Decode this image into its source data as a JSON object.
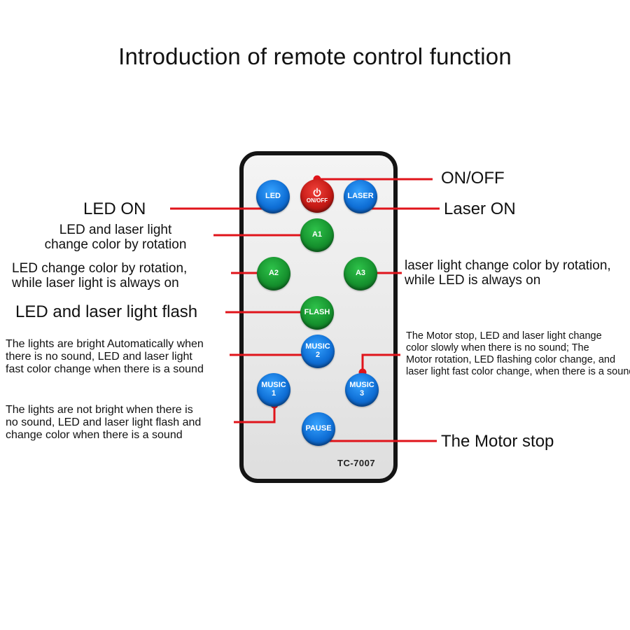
{
  "title": "Introduction of remote control function",
  "remote": {
    "model": "TC-7007",
    "buttons": {
      "led": "LED",
      "power": "ON/OFF",
      "laser": "LASER",
      "a1": "A1",
      "a2": "A2",
      "a3": "A3",
      "flash": "FLASH",
      "music2_label": "MUSIC",
      "music2_num": "2",
      "music1_label": "MUSIC",
      "music1_num": "1",
      "music3_label": "MUSIC",
      "music3_num": "3",
      "pause": "PAUSE"
    }
  },
  "callouts": {
    "on_off": "ON/OFF",
    "led_on": "LED ON",
    "laser_on": "Laser ON",
    "a1_line1": "LED and laser light",
    "a1_line2": "change color by rotation",
    "a2_line1": "LED change color by rotation,",
    "a2_line2": "while laser light is always on",
    "a3_line1": "laser light change color by rotation,",
    "a3_line2": "while LED is always on",
    "flash": "LED and laser light flash",
    "music2_line1": "The lights are bright Automatically when",
    "music2_line2": "there is no sound, LED and laser light",
    "music2_line3": "fast color change when there is a sound",
    "music3_line1": "The Motor stop, LED and laser light change",
    "music3_line2": "color slowly when there is no sound; The",
    "music3_line3": "Motor rotation, LED flashing color change, and",
    "music3_line4": "laser light fast color change, when there is a sound",
    "music1_line1": "The lights are not bright when there is",
    "music1_line2": "no sound, LED and laser light flash and",
    "music1_line3": "change color when there is a sound",
    "pause": "The Motor stop"
  },
  "colors": {
    "callout_line": "#e0141b",
    "button_blue": "#0f6fd6",
    "button_green": "#16922e",
    "button_red": "#c51a15"
  },
  "icons": [
    "power-icon"
  ]
}
